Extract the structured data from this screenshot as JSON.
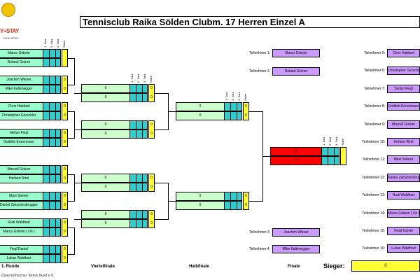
{
  "logo": {
    "text": "Y+STAY",
    "subtext": "DEIN SPIEL"
  },
  "title": "Tennisclub Raika Sölden Clubm. 17 Herren Einzel A",
  "set_headers": [
    "1. Satz",
    "2. Satz",
    "3. Satz",
    "Sätze"
  ],
  "round1": [
    {
      "a": "Marco Gstrein",
      "b": "Roland Grüner",
      "sa": "",
      "sb": ""
    },
    {
      "a": "Joachim Wieser",
      "b": "Mike Kaltenegger",
      "sa": "0",
      "sb": "0"
    },
    {
      "a": "Chris Habitzel",
      "b": "Christopher Gerschler",
      "sa": "0",
      "sb": "0"
    },
    {
      "a": "Stefan Fiegl",
      "b": "Gottlieb Ennemoser",
      "sa": "0",
      "sb": "0"
    },
    {
      "a": "Marcell Grüner",
      "b": "Herbert Riml",
      "sa": "0",
      "sb": "0"
    },
    {
      "a": "Maxi Steiner",
      "b": "Daniel Zwischenbrugger",
      "sa": "0",
      "sb": "0"
    },
    {
      "a": "Rudi Waldhart",
      "b": "Marco Gstrein ( Uri )",
      "sa": "0",
      "sb": "0"
    },
    {
      "a": "Fiegl Daniel",
      "b": "Lukas Waldhart",
      "sa": "0",
      "sb": "0"
    }
  ],
  "quarterfinal": [
    {
      "a": "0",
      "b": "0",
      "sa": "0",
      "sb": "0"
    },
    {
      "a": "0",
      "b": "0",
      "sa": "0",
      "sb": "0"
    },
    {
      "a": "0",
      "b": "0",
      "sa": "0",
      "sb": "0"
    },
    {
      "a": "0",
      "b": "0",
      "sa": "0",
      "sb": "0"
    }
  ],
  "semifinal": [
    {
      "a": "0",
      "b": "0",
      "sa": "0",
      "sb": "0"
    },
    {
      "a": "0",
      "b": "0",
      "sa": "0",
      "sb": "0"
    }
  ],
  "final": {
    "a": "0",
    "b": "0"
  },
  "participants_left": [
    {
      "label": "Teilnehmer 1:",
      "name": "Marco Gstrein"
    },
    {
      "label": "Teilnehmer 2:",
      "name": "Roland Grüner"
    },
    {
      "label": "Teilnehmer 3:",
      "name": "Joachim Wieser"
    },
    {
      "label": "Teilnehmer 4:",
      "name": "Mike Kaltenegger"
    }
  ],
  "participants_right": [
    {
      "label": "Teilnehmer 5:",
      "name": "Chris Habitzel"
    },
    {
      "label": "Teilnehmer 6:",
      "name": "Christopher Gerschler"
    },
    {
      "label": "Teilnehmer 7:",
      "name": "Stefan Fiegl"
    },
    {
      "label": "Teilnehmer 8:",
      "name": "Gottlieb Ennemoser"
    },
    {
      "label": "Teilnehmer 9:",
      "name": "Marcell Grüner"
    },
    {
      "label": "Teilnehmer 10:",
      "name": "Herbert Riml"
    },
    {
      "label": "Teilnehmer 11:",
      "name": "Maxi Steiner"
    },
    {
      "label": "Teilnehmer 12:",
      "name": "Daniel Zwischenbrugger"
    },
    {
      "label": "Teilnehmer 13:",
      "name": "Rudi Waldhart"
    },
    {
      "label": "Teilnehmer 14:",
      "name": "Marco Gstrein ( Uri )"
    },
    {
      "label": "Teilnehmer 15:",
      "name": "Fiegl Daniel"
    },
    {
      "label": "Teilnehmer 16:",
      "name": "Lukas Waldhart"
    }
  ],
  "rounds": {
    "r1": "1. Runde",
    "qf": "Viertelfinale",
    "sf": "Halbfinale",
    "f": "Finale"
  },
  "winner": {
    "label": "Sieger:",
    "value": "0"
  },
  "footer": "Österreichischer Tennis Bund e.V.",
  "colors": {
    "round1_name": "#99ffcc",
    "later_name": "#ccffcc",
    "final_name": "#ff0000",
    "set_cell": "#33cccc",
    "total": "#ffff33",
    "participant": "#cc99ff"
  }
}
